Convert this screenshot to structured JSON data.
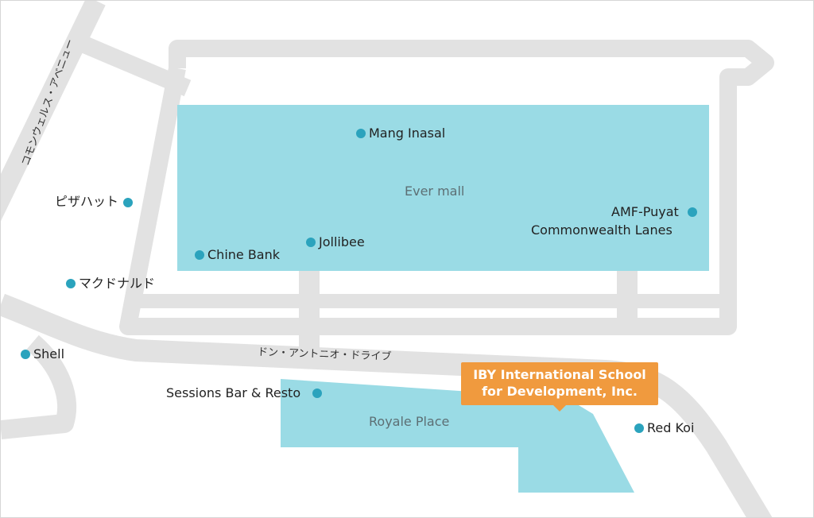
{
  "colors": {
    "road": "#e2e2e2",
    "area": "#9adbe5",
    "poi_dot": "#2ba3bd",
    "callout": "#f09a3e"
  },
  "roads": {
    "commonwealth": "コモンウェルス・アベニュー",
    "don_antonio": "ドン・アントニオ・ドライブ"
  },
  "areas": {
    "ever_mall": "Ever mall",
    "royale_place": "Royale Place"
  },
  "pois": {
    "mang_inasal": "Mang Inasal",
    "pizza_hut": "ピザハット",
    "amf_line1": "AMF-Puyat",
    "amf_line2": "Commonwealth Lanes",
    "jollibee": "Jollibee",
    "chine_bank": "Chine Bank",
    "mcdonalds": "マクドナルド",
    "shell": "Shell",
    "sessions": "Sessions Bar & Resto",
    "red_koi": "Red Koi"
  },
  "destination": {
    "line1": "IBY International School",
    "line2": "for Development, Inc."
  }
}
